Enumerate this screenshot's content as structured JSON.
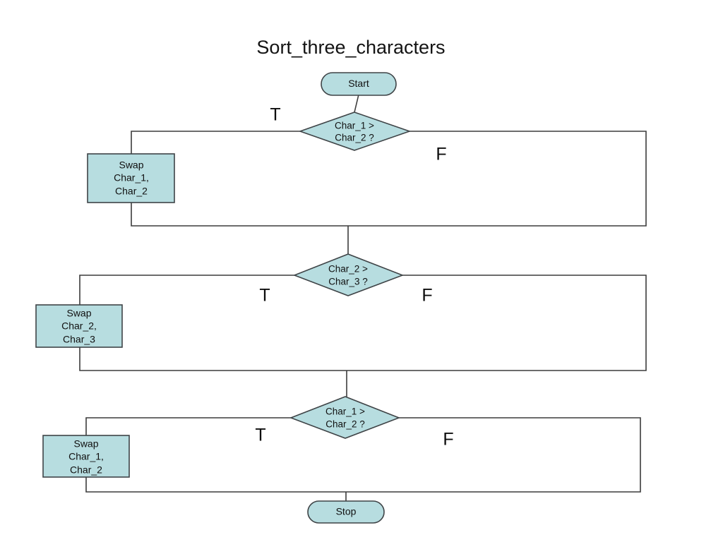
{
  "title": "Sort_three_characters",
  "diagram": {
    "type": "flowchart",
    "terminals": [
      {
        "id": "start",
        "label": "Start"
      },
      {
        "id": "stop",
        "label": "Stop"
      }
    ],
    "decisions": [
      {
        "id": "decision-1",
        "line1": "Char_1 >",
        "line2": "Char_2 ?",
        "true_label": "T",
        "false_label": "F"
      },
      {
        "id": "decision-2",
        "line1": "Char_2 >",
        "line2": "Char_3 ?",
        "true_label": "T",
        "false_label": "F"
      },
      {
        "id": "decision-3",
        "line1": "Char_1 >",
        "line2": "Char_2 ?",
        "true_label": "T",
        "false_label": "F"
      }
    ],
    "processes": [
      {
        "id": "swap-1",
        "line1": "Swap",
        "line2": "Char_1,",
        "line3": "Char_2"
      },
      {
        "id": "swap-2",
        "line1": "Swap",
        "line2": "Char_2,",
        "line3": "Char_3"
      },
      {
        "id": "swap-3",
        "line1": "Swap",
        "line2": "Char_1,",
        "line3": "Char_2"
      }
    ],
    "colors": {
      "node_fill": "#b7dde0",
      "node_stroke": "#3f4447",
      "edge_stroke": "#3c3c3c",
      "text": "#101010",
      "background": "#ffffff"
    }
  }
}
